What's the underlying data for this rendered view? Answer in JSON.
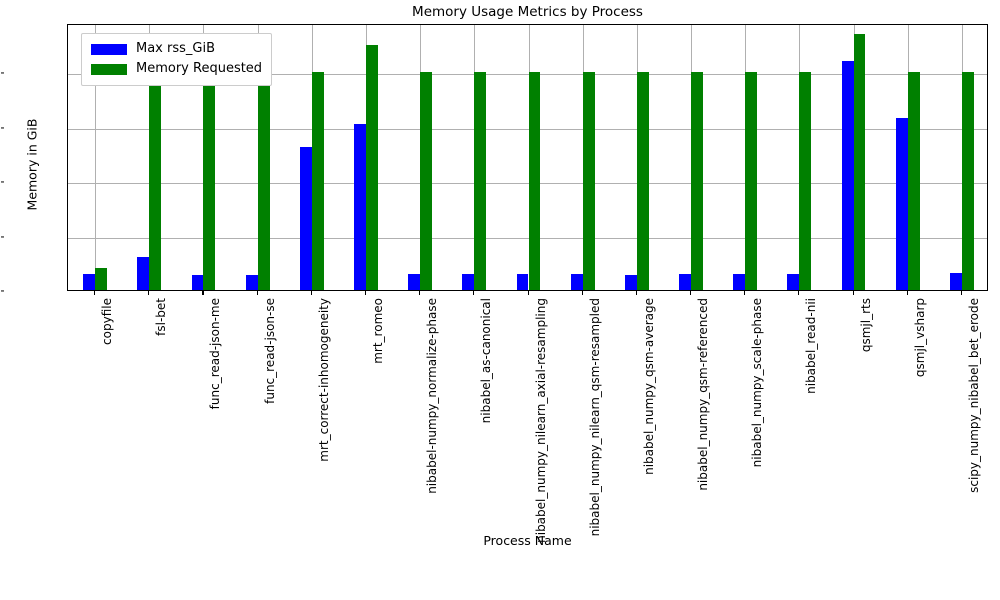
{
  "chart_data": {
    "type": "bar",
    "title": "Memory Usage Metrics by Process",
    "xlabel": "Process Name",
    "ylabel": "Memory in GiB",
    "ylim": [
      0.0,
      2.45
    ],
    "yticks": [
      "0.0",
      "0.5",
      "1.0",
      "1.5",
      "2.0"
    ],
    "ytick_values": [
      0.0,
      0.5,
      1.0,
      1.5,
      2.0
    ],
    "grid": true,
    "legend_position": "upper left",
    "orientation": "vertical",
    "xtick_rotation": 90,
    "categories": [
      "copyfile",
      "fsl-bet",
      "func_read-json-me",
      "func_read-json-se",
      "mrt_correct-inhomogeneity",
      "mrt_romeo",
      "nibabel-numpy_normalize-phase",
      "nibabel_as-canonical",
      "nibabel_numpy_nilearn_axial-resampling",
      "nibabel_numpy_nilearn_qsm-resampled",
      "nibabel_numpy_qsm-average",
      "nibabel_numpy_qsm-referenced",
      "nibabel_numpy_scale-phase",
      "nibabel_read-nii",
      "qsmjl_rts",
      "qsmjl_vsharp",
      "scipy_numpy_nibabel_bet_erode"
    ],
    "series": [
      {
        "name": "Max rss_GiB",
        "color": "#0000ff",
        "values": [
          0.15,
          0.3,
          0.135,
          0.135,
          1.31,
          1.52,
          0.15,
          0.145,
          0.145,
          0.145,
          0.135,
          0.15,
          0.15,
          0.145,
          2.1,
          1.58,
          0.16
        ]
      },
      {
        "name": "Memory Requested",
        "color": "#008000",
        "values": [
          0.2,
          2.0,
          2.0,
          2.0,
          2.0,
          2.25,
          2.0,
          2.0,
          2.0,
          2.0,
          2.0,
          2.0,
          2.0,
          2.0,
          2.35,
          2.0,
          2.0
        ]
      }
    ]
  }
}
